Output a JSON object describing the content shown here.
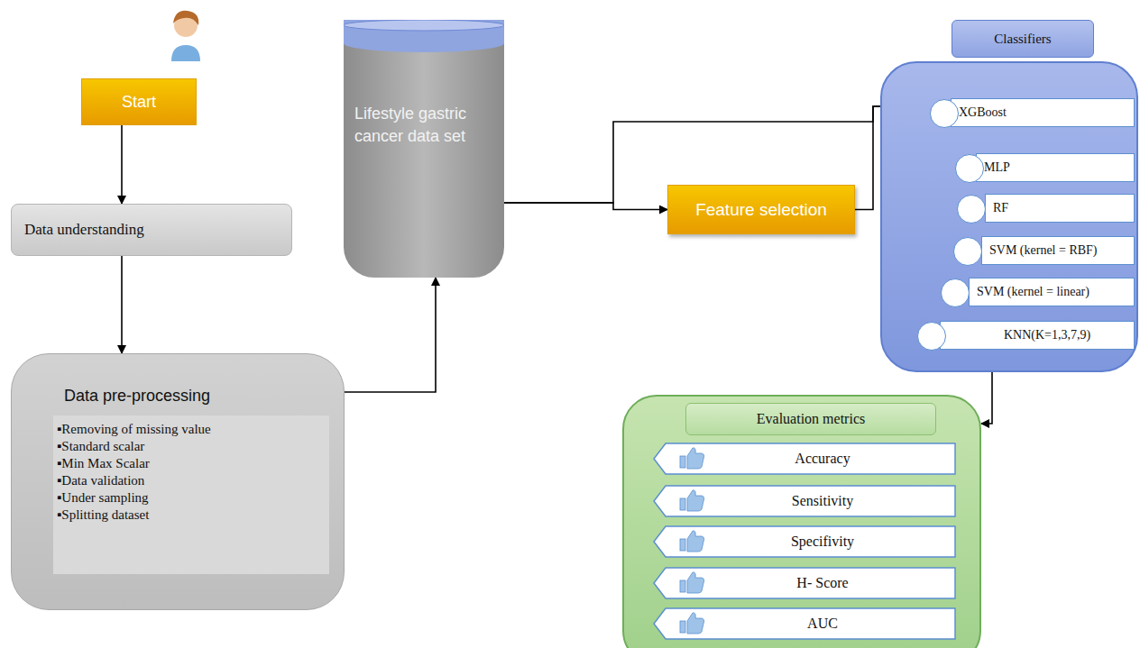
{
  "diagram": {
    "nodes": [
      {
        "text": [
          "Start"
        ]
      },
      {
        "text": [
          "Data understanding"
        ]
      },
      {
        "text": [
          "Data pre-processing",
          "▪Removing of missing value",
          "▪Standard scalar",
          "▪Min Max Scalar",
          "▪Data validation",
          "▪Under sampling",
          "▪Splitting dataset"
        ]
      },
      {
        "text": [
          "Lifestyle gastric cancer data set"
        ]
      },
      {
        "text": [
          "Feature selection"
        ]
      },
      {
        "text": [
          "Classifiers"
        ]
      },
      {
        "text": [
          "XGBoost"
        ],
        "in": 5
      },
      {
        "text": [
          "MLP"
        ],
        "in": 5
      },
      {
        "text": [
          "RF"
        ],
        "in": 5
      },
      {
        "text": [
          "SVM (kernel = RBF)"
        ],
        "in": 5
      },
      {
        "text": [
          "SVM (kernel = linear)"
        ],
        "in": 5
      },
      {
        "text": [
          "KNN(K=1,3,7,9)"
        ],
        "in": 5
      },
      {
        "text": [
          "Evaluation metrics"
        ]
      },
      {
        "text": [
          "Accuracy"
        ],
        "in": 12
      },
      {
        "text": [
          "Sensitivity"
        ],
        "in": 12
      },
      {
        "text": [
          "Specifivity"
        ],
        "in": 12
      },
      {
        "text": [
          "H- Score"
        ],
        "in": 12
      },
      {
        "text": [
          "AUC"
        ],
        "in": 12
      }
    ],
    "edges": [
      {
        "from": 0,
        "to": 1,
        "arrow": "to"
      },
      {
        "from": 1,
        "to": 2,
        "arrow": "to"
      },
      {
        "from": 2,
        "to": 3,
        "arrow": "to"
      },
      {
        "from": 3,
        "to": 5,
        "arrow": "to"
      },
      {
        "from": 3,
        "to": 4,
        "arrow": "to"
      },
      {
        "from": 4,
        "to": 5,
        "arrow": "to"
      },
      {
        "from": 5,
        "to": 12,
        "arrow": "to"
      }
    ]
  }
}
